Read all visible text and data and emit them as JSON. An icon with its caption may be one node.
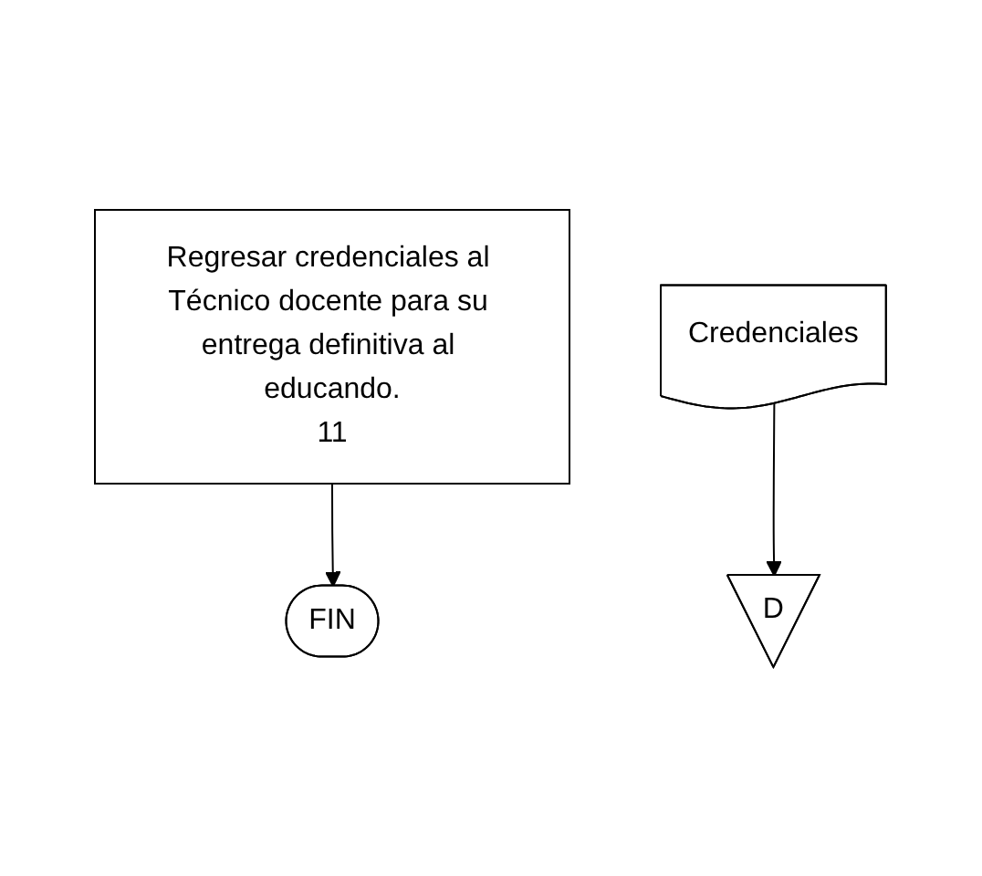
{
  "diagram": {
    "nodes": [
      {
        "text": [
          "Regresar credenciales al Técnico docente para su entrega definitiva al educando.",
          "11"
        ]
      },
      {
        "text": [
          "Credenciales"
        ]
      },
      {
        "text": [
          "D"
        ]
      },
      {
        "text": [
          "FIN"
        ]
      }
    ],
    "edges": [
      {
        "from": 1,
        "to": 2,
        "arrow": "to"
      },
      {
        "from": 0,
        "to": 3,
        "arrow": "to"
      }
    ]
  }
}
